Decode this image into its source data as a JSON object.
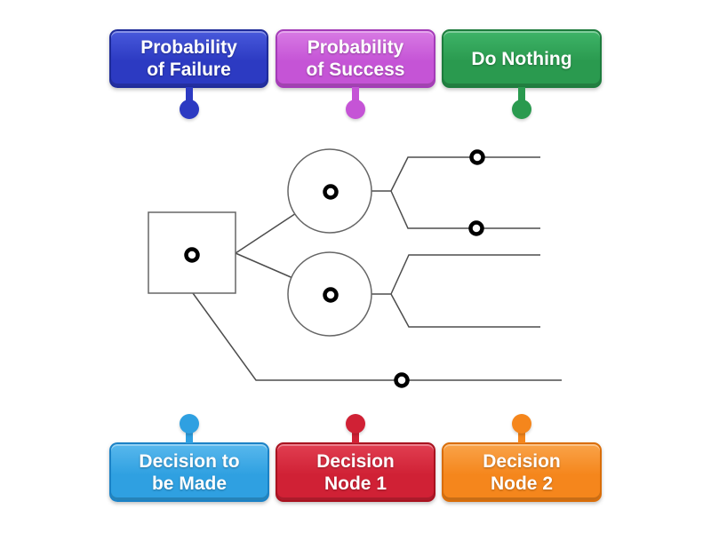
{
  "activity": {
    "type": "labelled-diagram",
    "background_color": "#ffffff"
  },
  "labels": {
    "top": [
      {
        "id": "probability-of-failure",
        "text": "Probability\nof Failure",
        "color": "#2c3ac2",
        "color_light": "#4859dc",
        "color_dark": "#1e2b9a"
      },
      {
        "id": "probability-of-success",
        "text": "Probability\nof Success",
        "color": "#c554d6",
        "color_light": "#d87ae4",
        "color_dark": "#a43bb8"
      },
      {
        "id": "do-nothing",
        "text": "Do Nothing",
        "color": "#2a9a4f",
        "color_light": "#3eb468",
        "color_dark": "#1d7c3d"
      }
    ],
    "bottom": [
      {
        "id": "decision-to-be-made",
        "text": "Decision to\nbe Made",
        "color": "#2fa0e1",
        "color_light": "#58b8ed",
        "color_dark": "#1b82c6"
      },
      {
        "id": "decision-node-1",
        "text": "Decision\nNode 1",
        "color": "#d02135",
        "color_light": "#e13e51",
        "color_dark": "#a8121f"
      },
      {
        "id": "decision-node-2",
        "text": "Decision\nNode 2",
        "color": "#f5861c",
        "color_light": "#f9a349",
        "color_dark": "#d96d08"
      }
    ]
  },
  "diagram": {
    "description": "decision tree with one square decision node, two circular chance nodes, branch lines and six ring target markers",
    "line_color": "#4d4d4d",
    "shape_stroke_color": "#666666",
    "shape_fill_color": "#ffffff",
    "marker_color": "#000000",
    "target_count": 6
  }
}
